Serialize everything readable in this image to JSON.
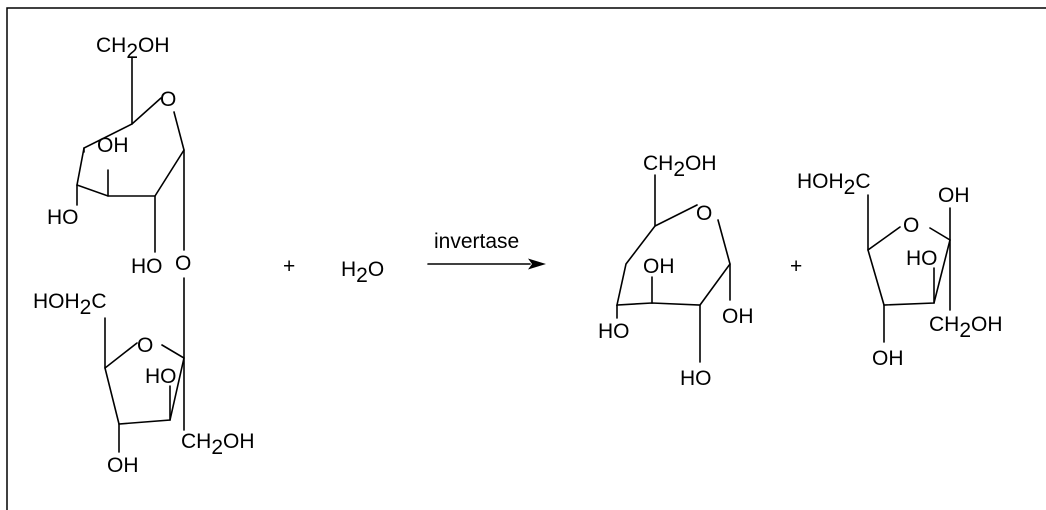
{
  "reaction": {
    "reactants": {
      "sucrose": {
        "glucose_unit": {
          "ch2oh": [
            "CH",
            "2",
            "OH"
          ],
          "ring_o": "O",
          "oh_upper": "OH",
          "ho_left": "HO",
          "ho_lower": "HO",
          "bridge_o": "O"
        },
        "fructose_unit": {
          "hoh2c": [
            "HOH",
            "2",
            "C"
          ],
          "ring_o": "O",
          "ho_inner": "HO",
          "ch2oh": [
            "CH",
            "2",
            "OH"
          ],
          "oh_bottom": "OH"
        }
      },
      "water": [
        "H",
        "2",
        "O"
      ]
    },
    "plus_signs": [
      "+",
      "+"
    ],
    "enzyme": "invertase",
    "products": {
      "glucose": {
        "ch2oh": [
          "CH",
          "2",
          "OH"
        ],
        "ring_o": "O",
        "oh_upper": "OH",
        "ho_left": "HO",
        "oh_right": "OH",
        "ho_bottom": "HO"
      },
      "fructose": {
        "hoh2c": [
          "HOH",
          "2",
          "C"
        ],
        "ring_o": "O",
        "oh_top": "OH",
        "ho_inner": "HO",
        "ch2oh": [
          "CH",
          "2",
          "OH"
        ],
        "oh_bottom": "OH"
      }
    }
  }
}
